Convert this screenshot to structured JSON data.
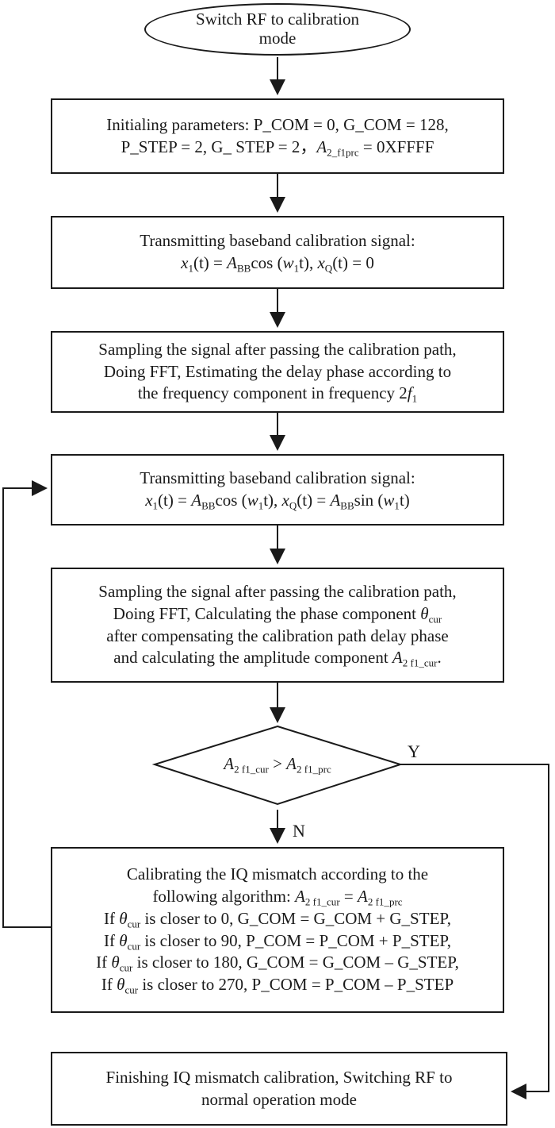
{
  "start": {
    "lines": [
      "Switch RF to calibration",
      "mode"
    ]
  },
  "init": {
    "line1": "Initialing parameters: P_COM = 0, G_COM = 128,",
    "line2_pre": "P_STEP = 2, G_ STEP = 2，",
    "A": "A",
    "A_sub": "2_f1prc",
    "line2_post": " = 0XFFFF"
  },
  "tx1": {
    "title": "Transmitting baseband calibration signal:",
    "eq": {
      "x": "x",
      "x_sub": "1",
      "t1": "(t) = ",
      "A": "A",
      "A_sub": "BB",
      "cos": "cos (",
      "w": "w",
      "w_sub": "1",
      "t2": "t), ",
      "xq": "x",
      "xq_sub": "Q",
      "t3": "(t) = 0"
    }
  },
  "sample1": {
    "line1": "Sampling the signal after passing the calibration path,",
    "line2": "Doing FFT, Estimating the delay phase according to",
    "line3_pre": "the frequency component in frequency 2",
    "f": "f",
    "f_sub": "1"
  },
  "tx2": {
    "title": "Transmitting baseband calibration signal:",
    "eq": {
      "x": "x",
      "x_sub": "1",
      "t1": "(t) = ",
      "A": "A",
      "A_sub": "BB",
      "cos": "cos (",
      "w": "w",
      "w_sub": "1",
      "t2": "t), ",
      "xq": "x",
      "xq_sub": "Q",
      "t3": "(t) = ",
      "A2": "A",
      "A2_sub": "BB",
      "sin": "sin (",
      "w2": "w",
      "w2_sub": "1",
      "t4": "t)"
    }
  },
  "sample2": {
    "line1": "Sampling the signal after passing the calibration path,",
    "line2_pre": "Doing FFT, Calculating the phase component ",
    "theta": "θ",
    "theta_sub": "cur",
    "line3": "after compensating the calibration path delay phase",
    "line4_pre": "and calculating the amplitude component ",
    "A": "A",
    "A_sub": "2 f1_cur",
    "line4_post": "."
  },
  "decision": {
    "A1": "A",
    "A1_sub": "2 f1_cur",
    "op": " > ",
    "A2": "A",
    "A2_sub": "2 f1_prc",
    "yes_label": "Y",
    "no_label": "N"
  },
  "calibrate": {
    "line1": "Calibrating the IQ mismatch according to the",
    "line2_pre": "following algorithm: ",
    "A1": "A",
    "A1_sub": "2 f1_cur",
    "eq": " = ",
    "A2": "A",
    "A2_sub": "2 f1_prc",
    "theta": "θ",
    "theta_sub": "cur",
    "rules": [
      {
        "pre": "If ",
        "post": " is closer to 0, G_COM = G_COM + G_STEP,"
      },
      {
        "pre": "If ",
        "post": " is closer to 90, P_COM = P_COM + P_STEP,"
      },
      {
        "pre": "If ",
        "post": " is closer to 180, G_COM = G_COM – G_STEP,"
      },
      {
        "pre": "If ",
        "post": " is closer to 270, P_COM = P_COM – P_STEP"
      }
    ]
  },
  "finish": {
    "line1": "Finishing IQ mismatch calibration, Switching RF to",
    "line2": "normal operation mode"
  }
}
